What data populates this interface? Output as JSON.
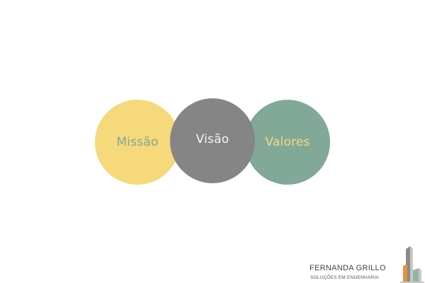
{
  "diagram": {
    "nodes": [
      {
        "id": "missao",
        "label": "Missão",
        "fill": "#f5d97a",
        "text_color": "#7fa89a"
      },
      {
        "id": "visao",
        "label": "Visão",
        "fill": "#858585",
        "text_color": "#f4f4f4"
      },
      {
        "id": "valores",
        "label": "Valores",
        "fill": "#82a898",
        "text_color": "#f5d97a"
      }
    ]
  },
  "logo": {
    "name": "FERNANDA GRILLO",
    "tagline": "SOLUÇÕES EM ENGENHARIA",
    "colors": {
      "orange": "#e8913a",
      "gray": "#8a8a8a",
      "light_gray": "#c8c8c8",
      "green": "#8fb8a4"
    }
  }
}
